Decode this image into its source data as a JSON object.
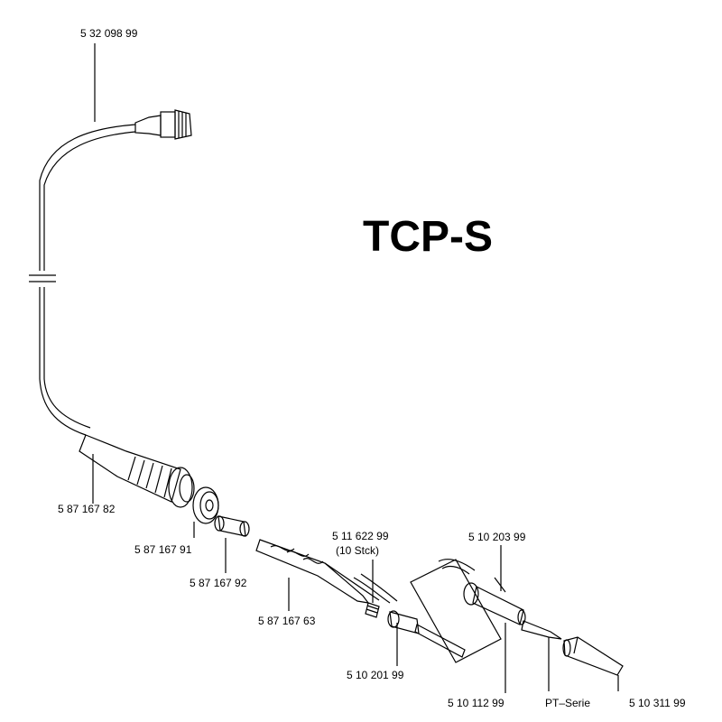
{
  "title": "TCP-S",
  "parts": {
    "cable_connector": "5 32 098 99",
    "handle_grip": "5 87 167 82",
    "grip_ring": "5 87 167 91",
    "sleeve": "5 87 167 92",
    "clip_holder": "5 87 167 63",
    "spring_pack": "5 11 622 99",
    "spring_pack_note": "(10 Stck)",
    "sensor_element": "5 10 201 99",
    "screw": "5 10 203 99",
    "heater_tube": "5 10 112 99",
    "tip_series": "PT–Serie",
    "tip_nut": "5 10 311 99"
  }
}
